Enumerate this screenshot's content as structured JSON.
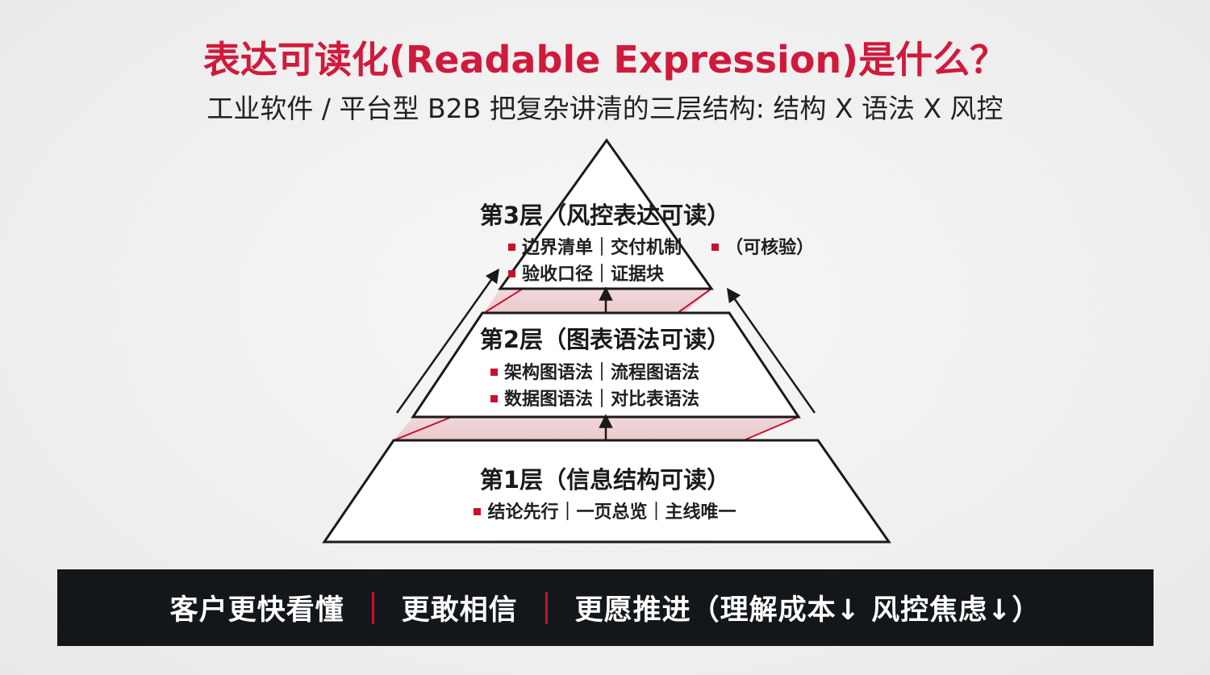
{
  "header": {
    "title": "表达可读化(Readable Expression)是什么？",
    "subtitle": "工业软件 / 平台型 B2B 把复杂讲清的三层结构: 结构 X 语法 X 风控"
  },
  "layers": {
    "layer3": {
      "title": "第3层（风控表达可读）",
      "line1": "边界清单｜交付机制",
      "line1_extra": "（可核验）",
      "line2": "验收口径｜证据块"
    },
    "layer2": {
      "title": "第2层（图表语法可读）",
      "line1": "架构图语法｜流程图语法",
      "line2": "数据图语法｜对比表语法"
    },
    "layer1": {
      "title": "第1层（信息结构可读）",
      "line1": "结论先行｜一页总览｜主线唯一"
    }
  },
  "footer": {
    "item1": "客户更快看懂",
    "item2": "更敢相信",
    "item3": "更愿推进（理解成本↓ 风控焦虑↓）"
  },
  "colors": {
    "accent": "#d01a3c",
    "bullet": "#c8102e",
    "footer_bg": "#14171a"
  }
}
